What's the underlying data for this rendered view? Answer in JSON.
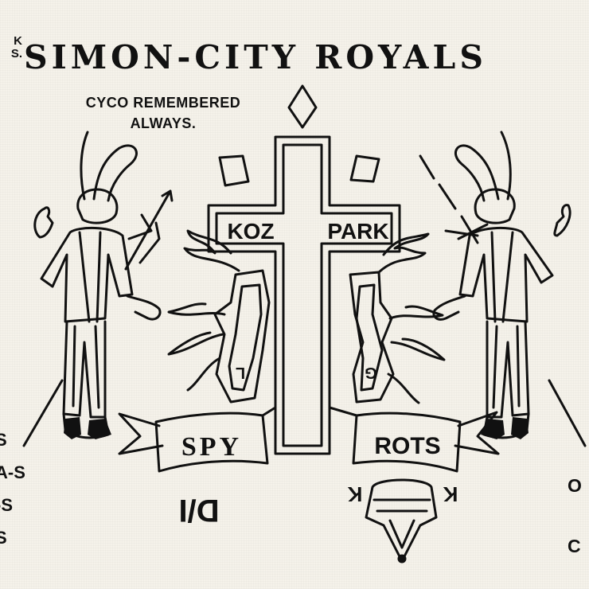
{
  "header": {
    "corner_mark": "K\nS.",
    "title": "SIMON-CITY ROYALS",
    "memorial_line1": "CYCO REMEMBERED",
    "memorial_line2": "ALWAYS."
  },
  "cross": {
    "left_label": "KOZ",
    "right_label": "PARK"
  },
  "banners": {
    "left": "SPY",
    "right": "ROTS"
  },
  "shield_letters": {
    "left": "L",
    "right": "G"
  },
  "bottom": {
    "left_symbol": "D/I",
    "crown_k_left": "K",
    "crown_k_right": "K"
  },
  "left_list": [
    "S",
    "A-S",
    "-S",
    "S"
  ],
  "right_list": [
    "O",
    "C"
  ]
}
